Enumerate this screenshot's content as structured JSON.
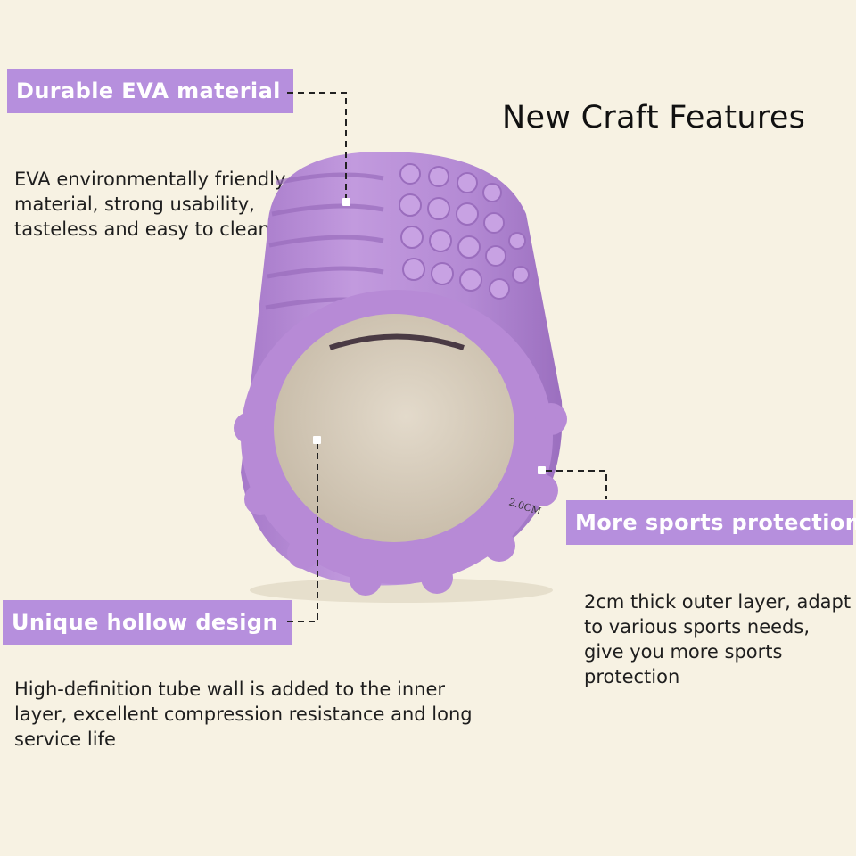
{
  "title": "New Craft Features",
  "features": {
    "durable": {
      "label": "Durable EVA material",
      "description": "EVA environmentally friendly material, strong usability, tasteless and easy to clean"
    },
    "hollow": {
      "label": "Unique hollow design",
      "description": "High-definition tube wall is added to the inner layer, excellent compression resistance and long service life"
    },
    "sports": {
      "label": "More sports protection",
      "description": "2cm thick outer layer, adapt to various sports needs, give you more sports protection"
    }
  },
  "product": {
    "thickness_marking": "2.0CM"
  },
  "colors": {
    "background": "#f7f2e3",
    "tag": "#b68fdd",
    "roller": "#b98bd6",
    "roller_shadow": "#9a6dbd",
    "inner": "#d9cfc0"
  }
}
